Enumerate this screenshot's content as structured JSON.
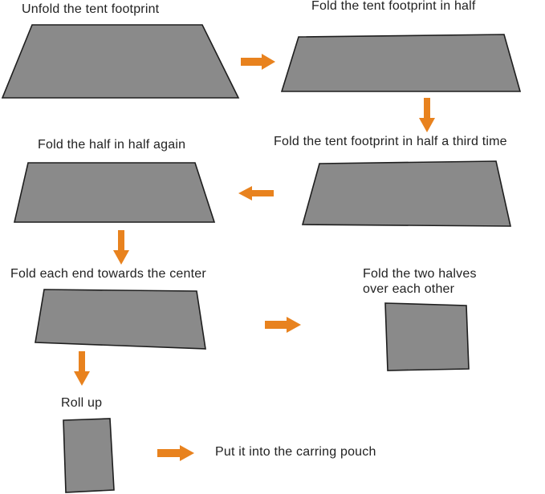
{
  "steps": [
    {
      "id": "unfold",
      "label": "Unfold the tent footprint"
    },
    {
      "id": "fold-half",
      "label": "Fold the tent footprint in half"
    },
    {
      "id": "fold-third",
      "label": "Fold the  tent footprint in half a third time"
    },
    {
      "id": "fold-half-again",
      "label": "Fold the  half in half again"
    },
    {
      "id": "fold-ends",
      "label": "Fold each end towards the center"
    },
    {
      "id": "fold-halves",
      "label": "Fold the two halves\nover each other"
    },
    {
      "id": "roll-up",
      "label": "Roll up"
    },
    {
      "id": "pouch",
      "label": "Put it into the carring pouch"
    }
  ],
  "colors": {
    "shape_fill": "#8a8a8a",
    "shape_stroke": "#1e1e1e",
    "arrow": "#e8821e",
    "text": "#222222",
    "background": "#ffffff"
  }
}
